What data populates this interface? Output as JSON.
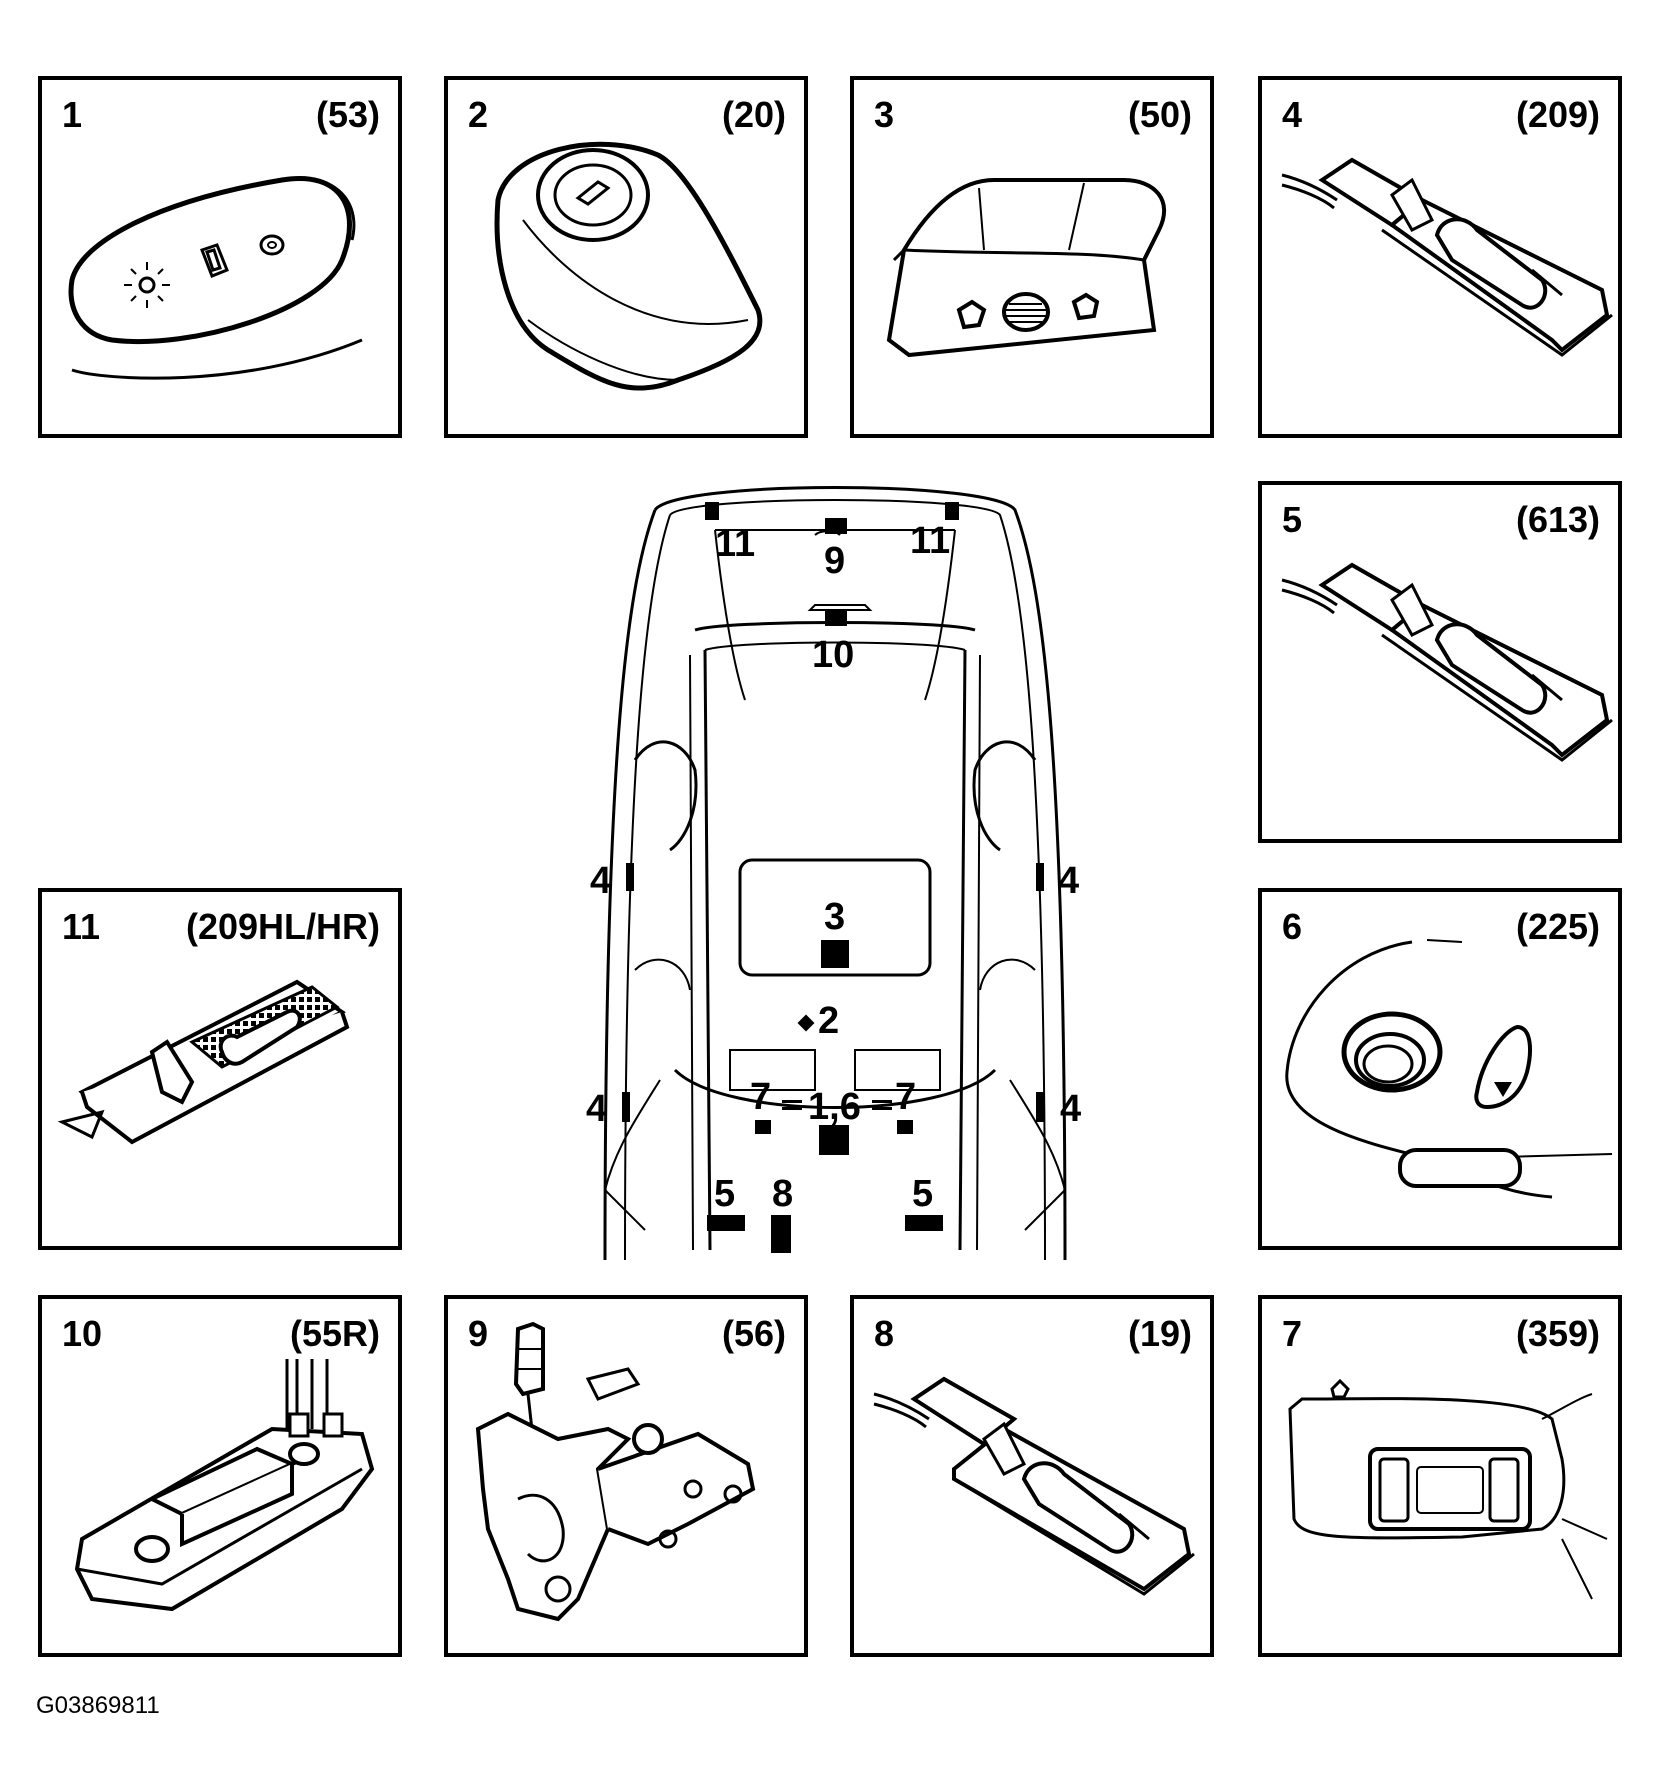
{
  "panels": [
    {
      "id": "1",
      "code": "(53)",
      "icon": "interior-light-switch-panel"
    },
    {
      "id": "2",
      "code": "(20)",
      "icon": "ignition-lock-cylinder"
    },
    {
      "id": "3",
      "code": "(50)",
      "icon": "courtesy-lamp-housing"
    },
    {
      "id": "4",
      "code": "(209)",
      "icon": "door-lamp-bulb-holder"
    },
    {
      "id": "5",
      "code": "(613)",
      "icon": "footwell-lamp-bulb-holder"
    },
    {
      "id": "6",
      "code": "(225)",
      "icon": "glove-box-lamp-switch"
    },
    {
      "id": "7",
      "code": "(359)",
      "icon": "sun-visor-vanity-mirror"
    },
    {
      "id": "8",
      "code": "(19)",
      "icon": "trunk-lamp-bulb-holder"
    },
    {
      "id": "9",
      "code": "(56)",
      "icon": "trunk-lid-lock-actuator"
    },
    {
      "id": "10",
      "code": "(55R)",
      "icon": "rear-lamp-module"
    },
    {
      "id": "11",
      "code": "(209HL/HR)",
      "icon": "rear-reading-lamp"
    }
  ],
  "car_labels": {
    "l11a": "11",
    "l11b": "11",
    "l9": "9",
    "l10": "10",
    "l3": "3",
    "l2": "2",
    "l7a": "7",
    "l16": "1,6",
    "l7b": "7",
    "l4a": "4",
    "l4b": "4",
    "l4c": "4",
    "l4d": "4",
    "l5a": "5",
    "l8": "8",
    "l5b": "5"
  },
  "footer": "G03869811"
}
